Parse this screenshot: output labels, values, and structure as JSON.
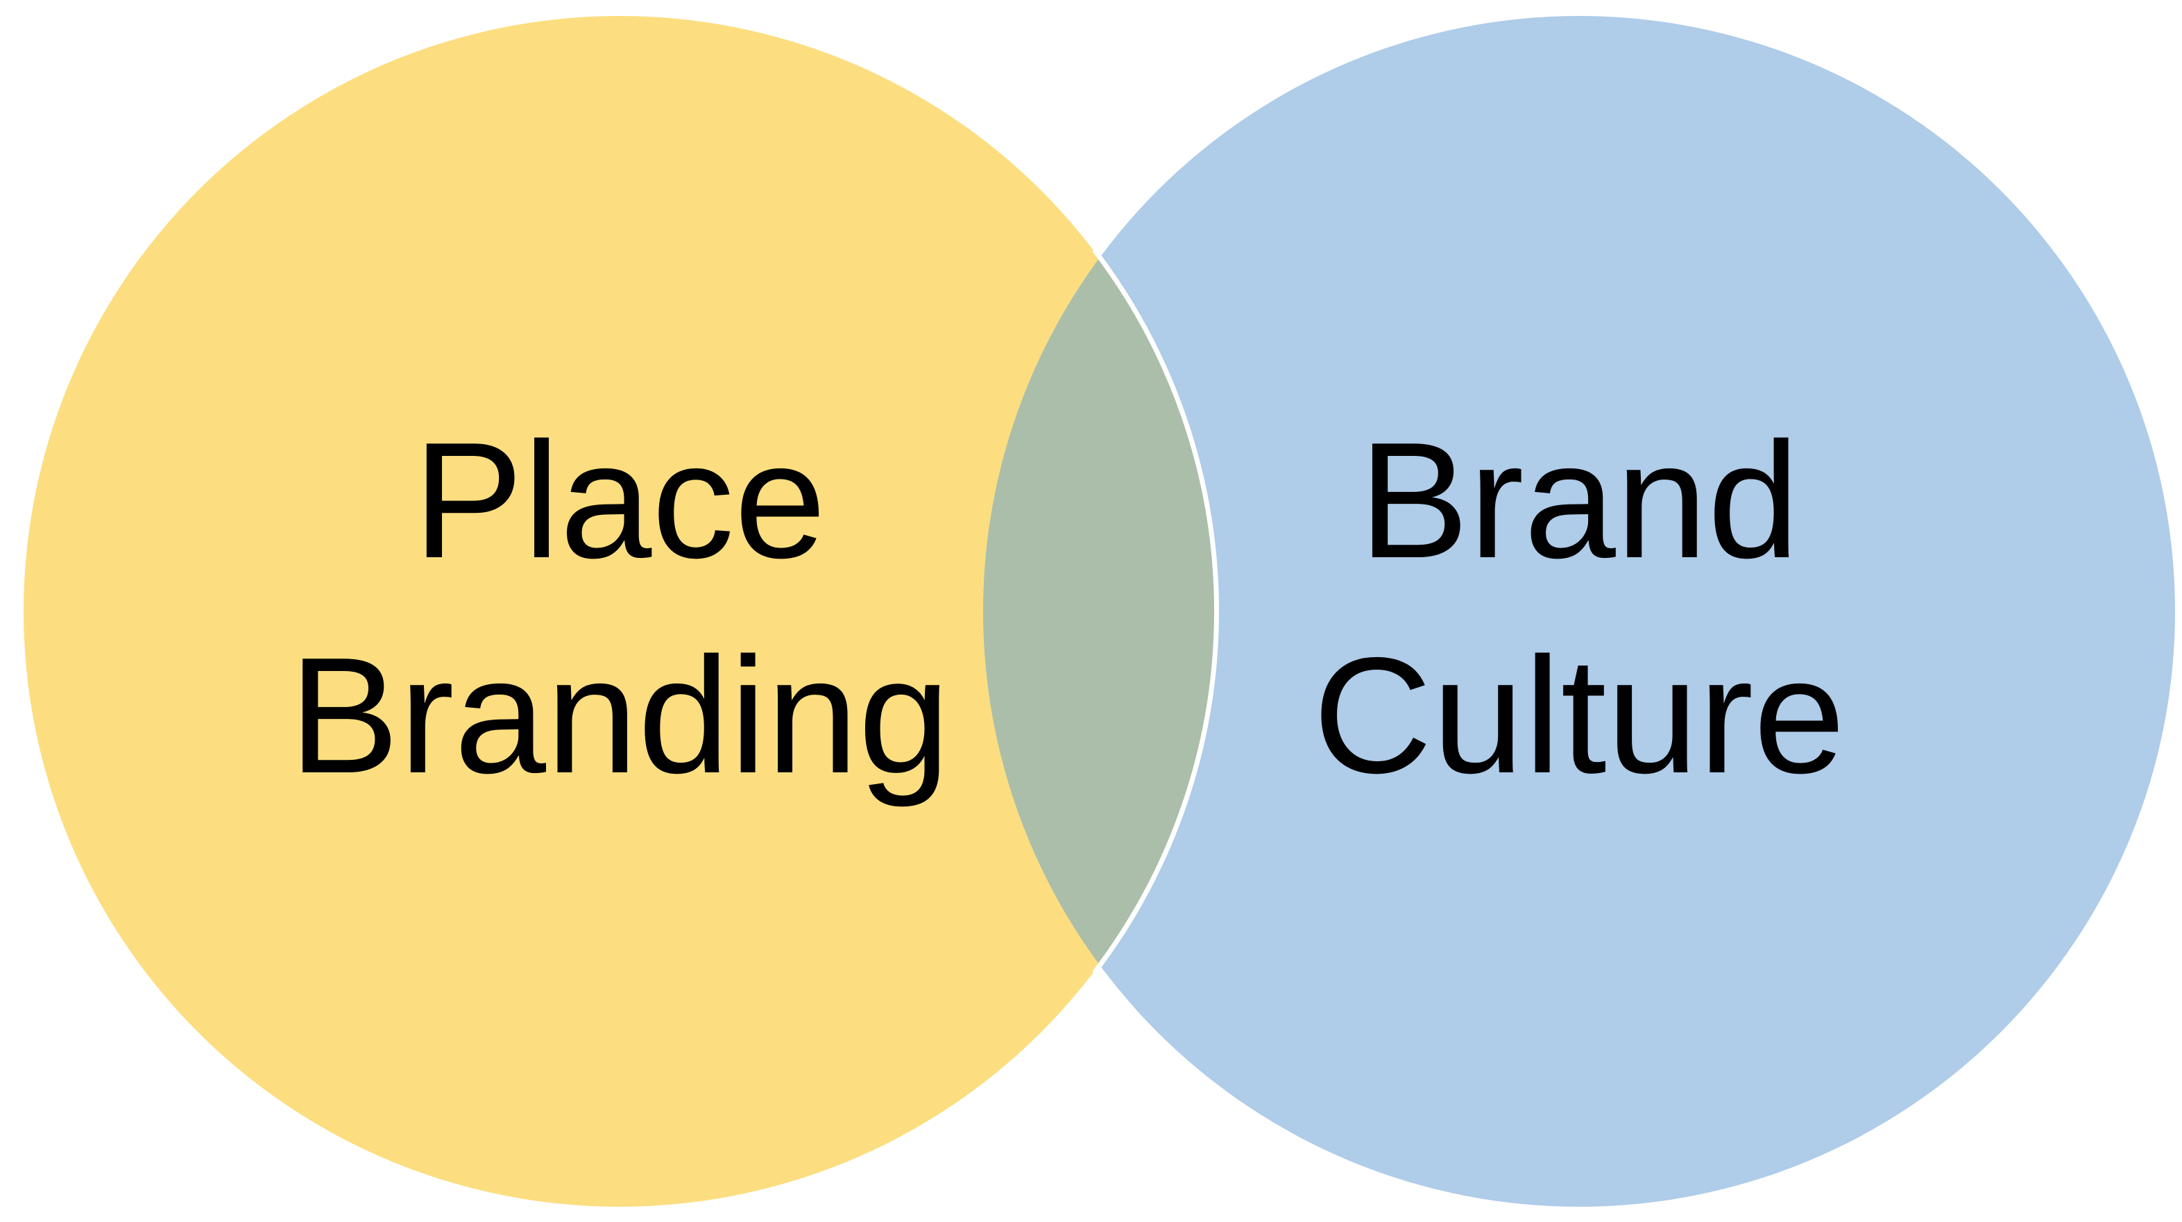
{
  "diagram": {
    "type": "venn",
    "left_circle": {
      "label_line1": "Place",
      "label_line2": "Branding",
      "color": "#FCDE80"
    },
    "right_circle": {
      "label_line1": "Brand",
      "label_line2": "Culture",
      "color": "#AFCCE9"
    },
    "overlap_color": "#ABBEAA",
    "outline_color": "#FFFFFF"
  }
}
